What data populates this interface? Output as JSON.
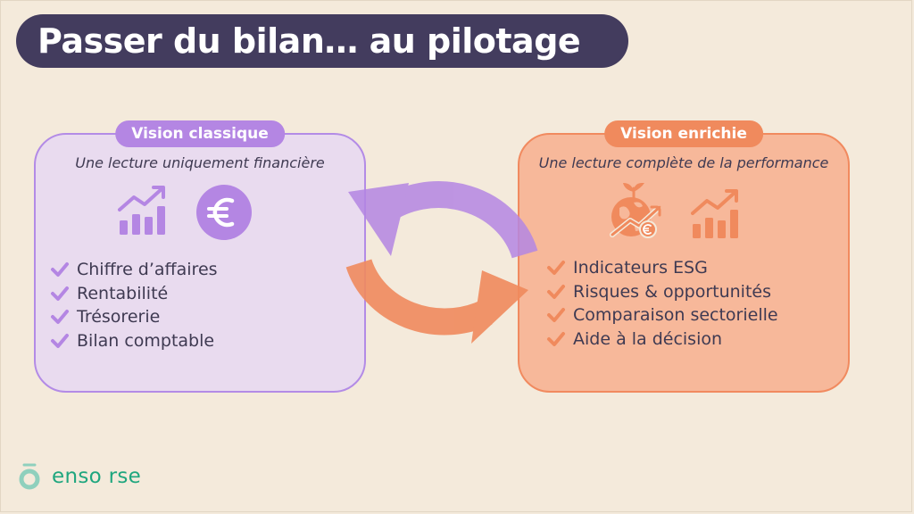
{
  "title": "Passer du bilan… au pilotage",
  "left_card": {
    "badge": "Vision classique",
    "subtitle": "Une lecture uniquement financière",
    "icons": [
      "growth-chart-icon",
      "euro-icon"
    ],
    "items": [
      "Chiffre d’affaires",
      "Rentabilité",
      "Trésorerie",
      "Bilan comptable"
    ]
  },
  "right_card": {
    "badge": "Vision enrichie",
    "subtitle": "Une lecture complète de la performance",
    "icons": [
      "globe-sprout-icon",
      "growth-chart-icon"
    ],
    "items": [
      "Indicateurs ESG",
      "Risques & opportunités",
      "Comparaison sectorielle",
      "Aide à la décision"
    ]
  },
  "brand": {
    "name": "enso rse"
  },
  "colors": {
    "background": "#f4eadb",
    "title_bg": "#433c5e",
    "purple": "#b486e3",
    "purple_light": "#e9dbef",
    "orange": "#f08a5d",
    "orange_light": "#f7b89a",
    "text": "#3f3a52",
    "brand_green": "#1fa67e"
  }
}
